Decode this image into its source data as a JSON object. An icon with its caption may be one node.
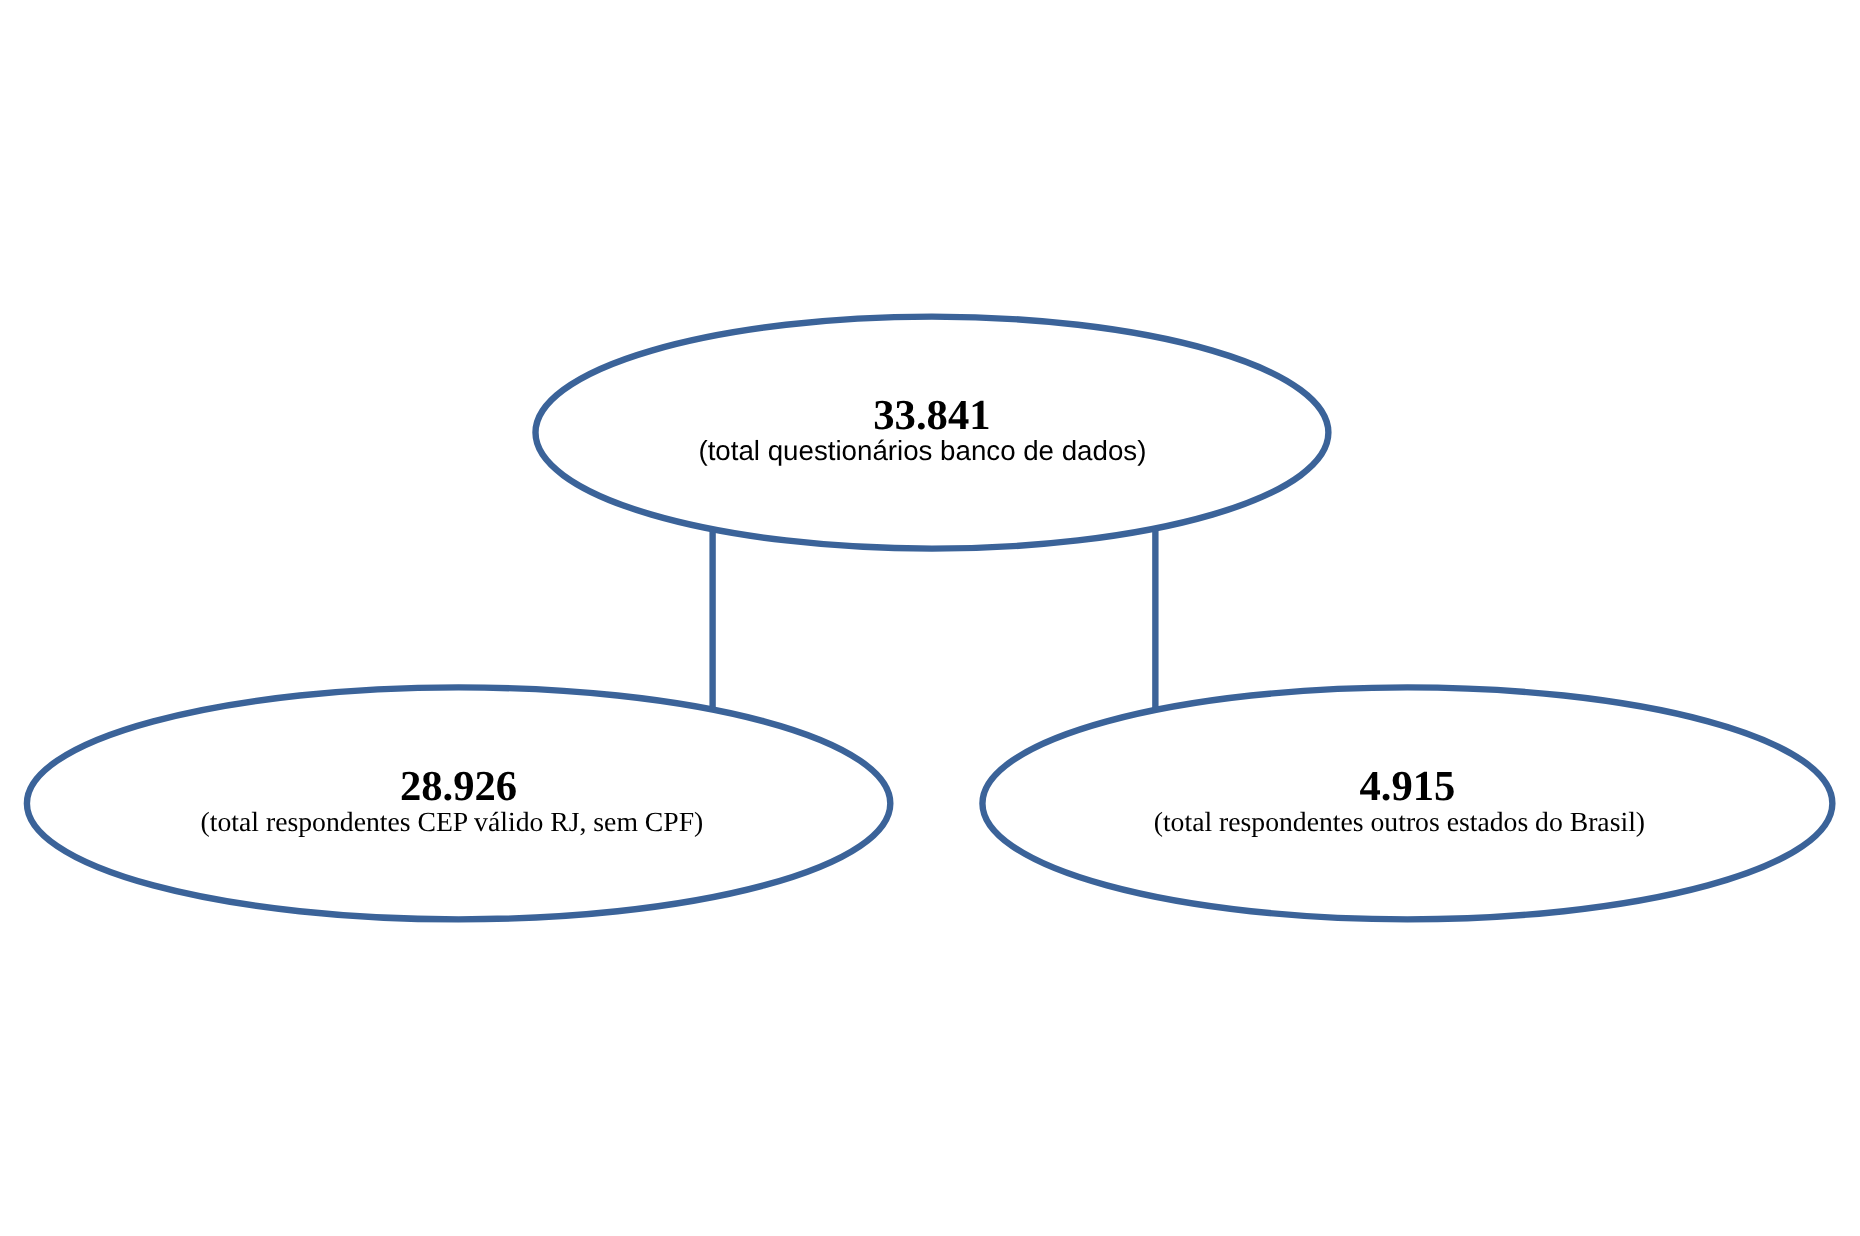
{
  "diagram": {
    "nodes": [
      {
        "text": [
          "33.841",
          "(total questionários banco de dados)"
        ]
      },
      {
        "text": [
          "28.926",
          "(total respondentes CEP válido RJ, sem CPF)"
        ]
      },
      {
        "text": [
          "4.915",
          "(total respondentes outros estados do Brasil)"
        ]
      }
    ],
    "edges": [
      {
        "from": 0,
        "to": 1,
        "arrow": "none"
      },
      {
        "from": 0,
        "to": 2,
        "arrow": "none"
      }
    ]
  }
}
